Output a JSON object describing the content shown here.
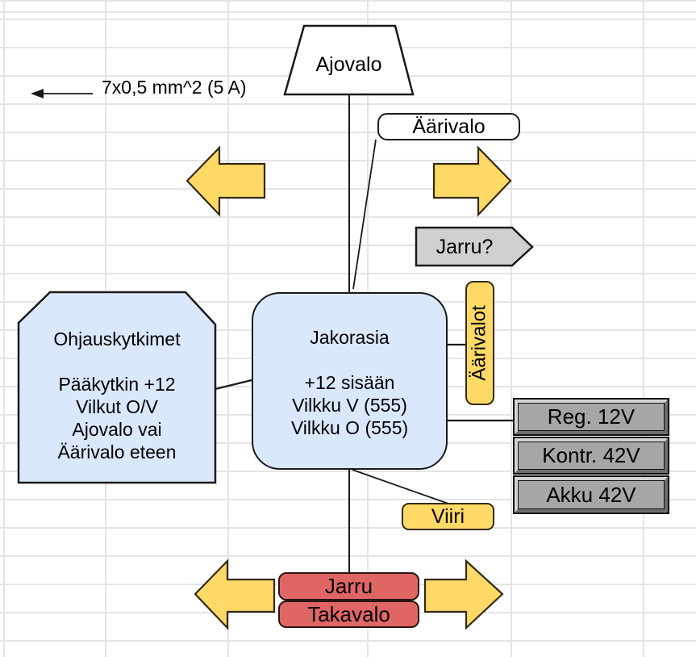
{
  "canvas": {
    "background": "#ffffff",
    "grid_color": "#e4e4e4"
  },
  "annotation": {
    "label": "7x0,5 mm^2 (5 A)"
  },
  "nodes": {
    "ajovalo": {
      "label": "Ajovalo",
      "fill": "#ffffff"
    },
    "aarivalo_callout": {
      "label": "Äärivalo",
      "fill": "#ffffff"
    },
    "jarru_question": {
      "label": "Jarru?",
      "fill": "#d0d0d0"
    },
    "ohjauskytkimet": {
      "title": "Ohjauskytkimet",
      "lines": [
        "Pääkytkin +12",
        "Vilkut O/V",
        "Ajovalo vai",
        "Äärivalo eteen"
      ],
      "fill": "#dae8fc"
    },
    "jakorasia": {
      "title": "Jakorasia",
      "lines": [
        "+12 sisään",
        "Vilkku V (555)",
        "Vilkku O (555)"
      ],
      "fill": "#dae8fc"
    },
    "aarivalot_tag": {
      "label": "Äärivalot",
      "fill": "#ffd966"
    },
    "power_stack": [
      {
        "label": "Reg. 12V"
      },
      {
        "label": "Kontr. 42V"
      },
      {
        "label": "Akku 42V"
      }
    ],
    "viiri": {
      "label": "Viiri",
      "fill": "#ffd966"
    },
    "jarru": {
      "label": "Jarru",
      "fill": "#e06666"
    },
    "takavalo": {
      "label": "Takavalo",
      "fill": "#e06666"
    }
  },
  "colors": {
    "yellow": "#ffd966",
    "blue": "#dae8fc",
    "red": "#e06666",
    "gray_box": "#a6a6a6",
    "gray_pentagon": "#d0d0d0",
    "stroke": "#1a1a1a",
    "grid": "#e4e4e4"
  }
}
